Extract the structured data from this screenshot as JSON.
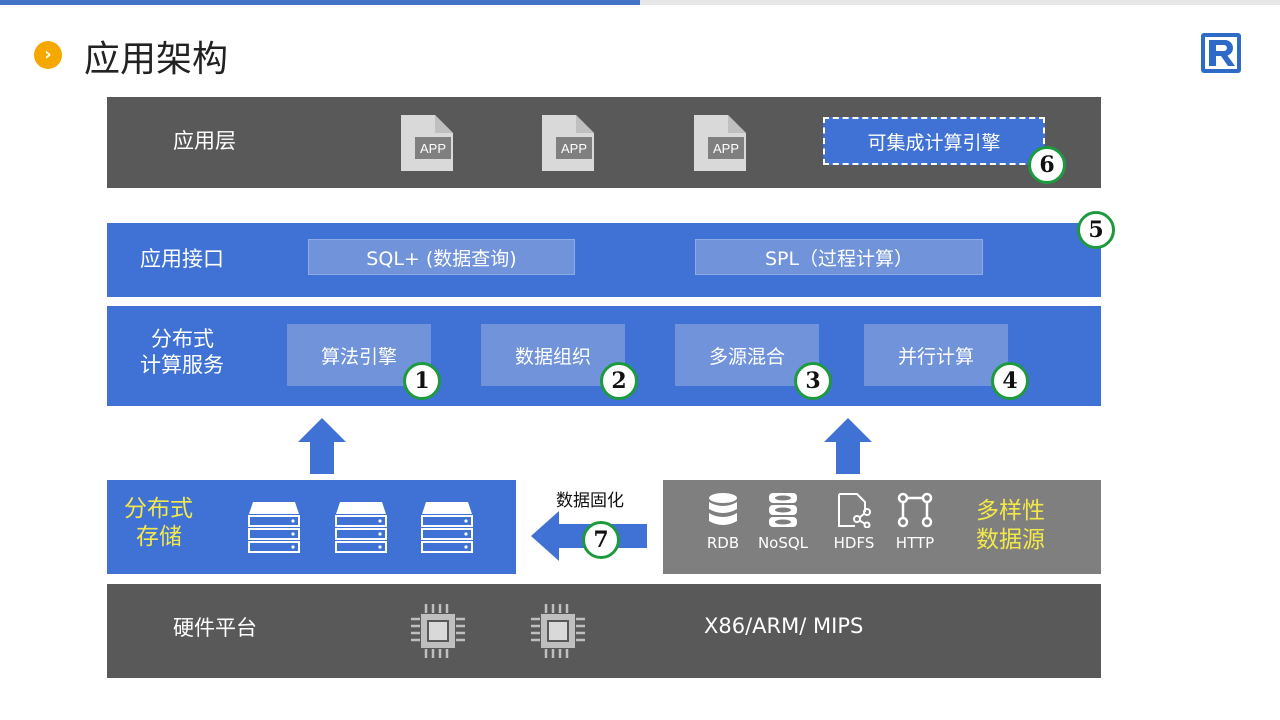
{
  "page": {
    "title": "应用架构"
  },
  "app_layer": {
    "label": "应用层",
    "app_icon_text": "APP",
    "engine_box": "可集成计算引擎"
  },
  "interface_layer": {
    "label": "应用接口",
    "sql_box": "SQL+ (数据查询)",
    "spl_box": "SPL（过程计算）"
  },
  "service_layer": {
    "label_line1": "分布式",
    "label_line2": "计算服务",
    "boxes": [
      "算法引擎",
      "数据组织",
      "多源混合",
      "并行计算"
    ]
  },
  "storage": {
    "label_line1": "分布式",
    "label_line2": "存储"
  },
  "data_fix_label": "数据固化",
  "sources": {
    "items": [
      "RDB",
      "NoSQL",
      "HDFS",
      "HTTP"
    ],
    "label_line1": "多样性",
    "label_line2": "数据源"
  },
  "hardware": {
    "label": "硬件平台",
    "platforms": "X86/ARM/ MIPS"
  },
  "markers": [
    "1",
    "2",
    "3",
    "4",
    "5",
    "6",
    "7"
  ],
  "colors": {
    "accent_blue": "#3f72d4",
    "dark_grey": "#595959",
    "mid_grey": "#7f7f7f",
    "marker_green": "#1e9a3e",
    "highlight_yellow": "#f2e84c",
    "title_bullet": "#f5a800"
  }
}
